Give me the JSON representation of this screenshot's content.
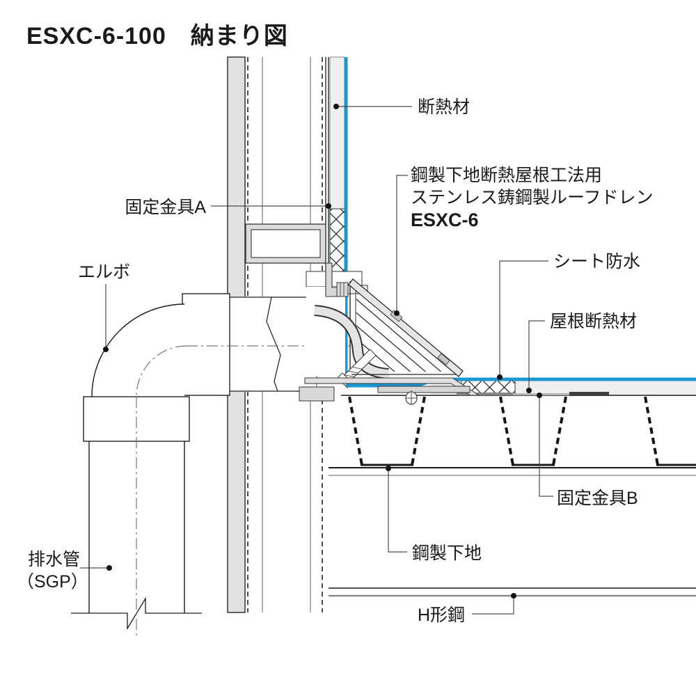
{
  "title": "ESXC-6-100　納まり図",
  "labels": {
    "insulation": "断熱材",
    "drain_name_line1": "鋼製下地断熱屋根工法用",
    "drain_name_line2": "ステンレス鋳鋼製ルーフドレン",
    "drain_model": "ESXC-6",
    "sheet_waterproofing": "シート防水",
    "roof_insulation": "屋根断熱材",
    "fixing_bracket_a": "固定金具A",
    "elbow": "エルボ",
    "fixing_bracket_b": "固定金具B",
    "steel_deck": "鋼製下地",
    "h_beam": "H形鋼",
    "drain_pipe": "排水管",
    "drain_pipe_spec": "（SGP）"
  },
  "colors": {
    "waterproofing_blue": "#1d96d4",
    "drawing_black": "#1a1a1a",
    "panel_gray": "#e2e2e2",
    "insulation_gray": "#efefef",
    "leader_gray": "#4a4a4a"
  }
}
